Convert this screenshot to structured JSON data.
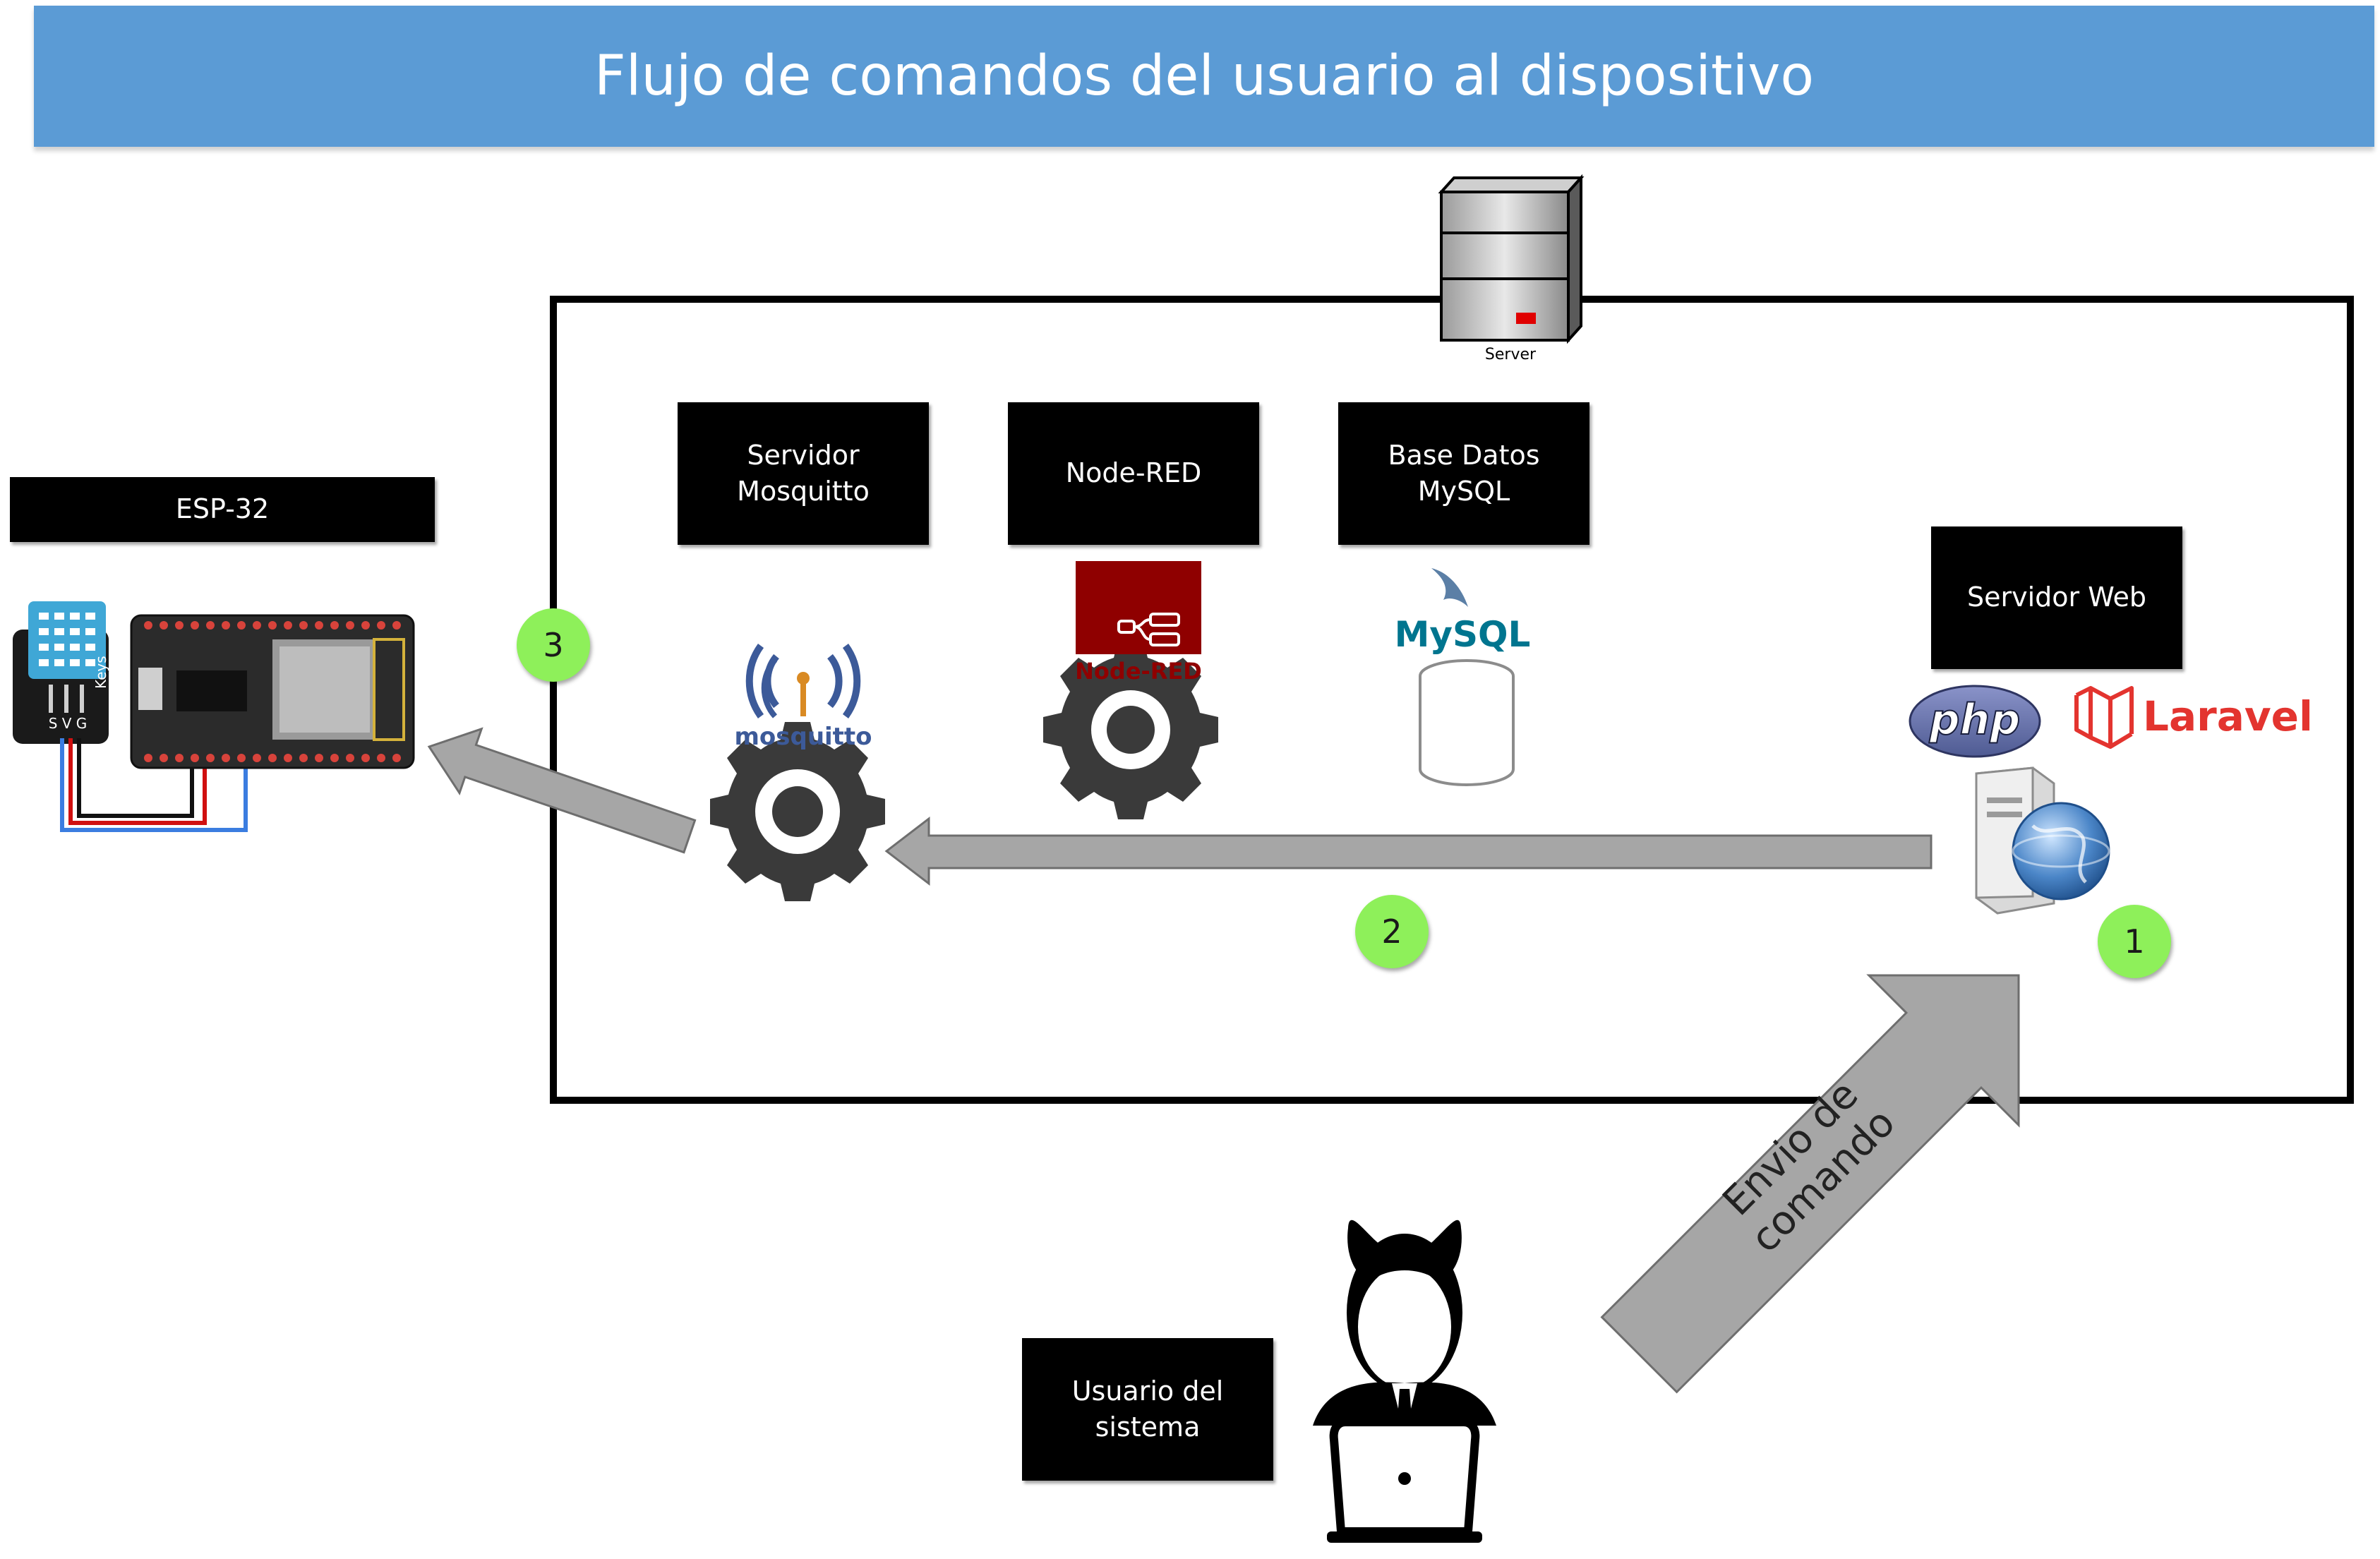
{
  "title": "Flujo de comandos del usuario al dispositivo",
  "server_caption": "Server",
  "nodes": {
    "esp32": "ESP-32",
    "mosquitto": "Servidor\nMosquitto",
    "nodered": "Node-RED",
    "mysql": "Base Datos MySQL",
    "webserver": "Servidor Web",
    "user": "Usuario del\nsistema"
  },
  "logos": {
    "mosquitto": "mosquitto",
    "nodered": "Node-RED",
    "mysql": "MySQL",
    "php": "php",
    "laravel": "Laravel"
  },
  "sensor_pins": "S V G",
  "sensor_side_label": "Keys",
  "steps": {
    "one": "1",
    "two": "2",
    "three": "3"
  },
  "arrow_label": "Envio de comando",
  "colors": {
    "title_bar": "#5b9bd5",
    "label_box": "#000000",
    "badge": "#8ef05a",
    "arrow": "#a6a6a6",
    "gear": "#3a3a3a",
    "nodered": "#8f0000",
    "laravel": "#e3342f"
  },
  "icons": [
    "server-tower-icon",
    "mosquitto-logo-icon",
    "gear-icon",
    "nodered-logo-icon",
    "mysql-dolphin-icon",
    "database-cylinder-icon",
    "php-logo-icon",
    "laravel-logo-icon",
    "web-server-globe-icon",
    "user-laptop-icon",
    "esp32-board-icon",
    "dht11-sensor-icon"
  ]
}
